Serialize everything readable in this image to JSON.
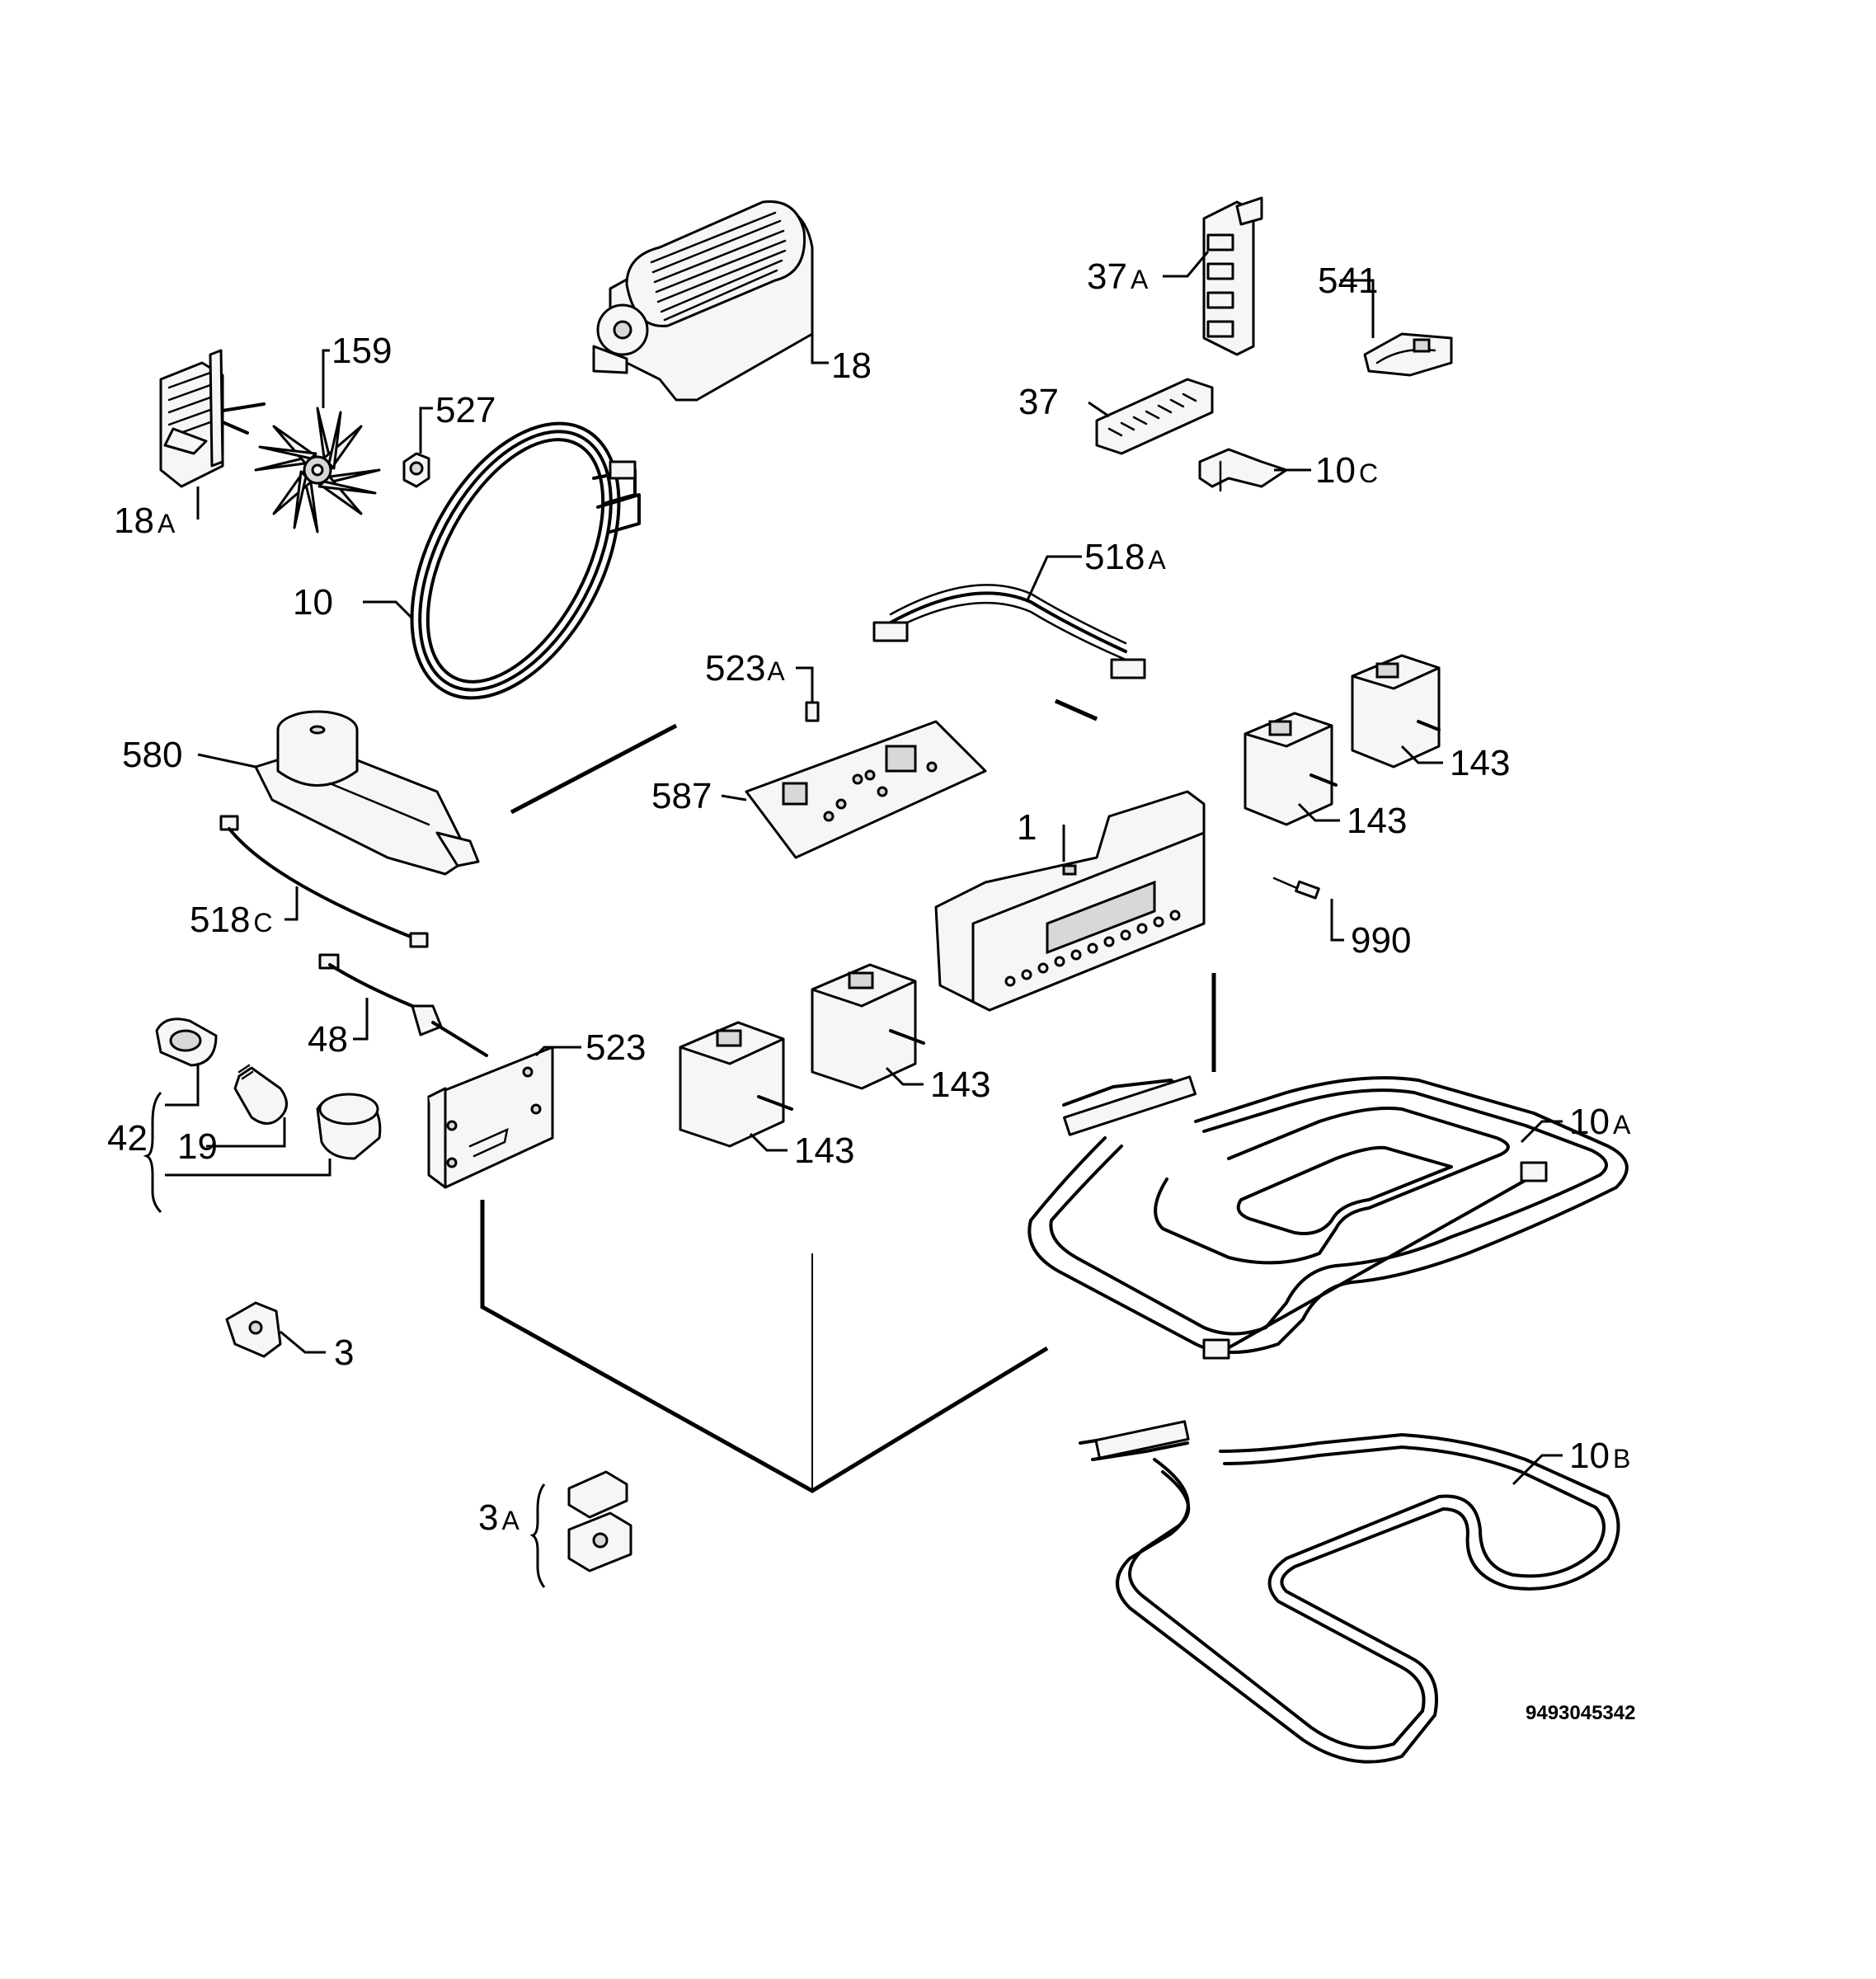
{
  "diagram_reference": "9493045342",
  "callouts": {
    "fan_motor_tangential": {
      "number": "18",
      "suffix": ""
    },
    "fan_motor": {
      "number": "18",
      "suffix": "A"
    },
    "fan_blade": {
      "number": "159",
      "suffix": ""
    },
    "fan_nut": {
      "number": "527",
      "suffix": ""
    },
    "circular_element": {
      "number": "10",
      "suffix": ""
    },
    "terminal_block_a": {
      "number": "37",
      "suffix": "A"
    },
    "terminal_block": {
      "number": "37",
      "suffix": ""
    },
    "clip_541": {
      "number": "541",
      "suffix": ""
    },
    "bracket_10c": {
      "number": "10",
      "suffix": "C"
    },
    "wiring_harness_a": {
      "number": "518",
      "suffix": "A"
    },
    "sensor_523a": {
      "number": "523",
      "suffix": "A"
    },
    "control_board": {
      "number": "587",
      "suffix": ""
    },
    "door_lock_motor": {
      "number": "580",
      "suffix": ""
    },
    "wiring_harness_c": {
      "number": "518",
      "suffix": "C"
    },
    "temperature_probe": {
      "number": "48",
      "suffix": ""
    },
    "lamp_assembly": {
      "number": "42",
      "suffix": ""
    },
    "lamp_bulb": {
      "number": "19",
      "suffix": ""
    },
    "mounting_bracket": {
      "number": "523",
      "suffix": ""
    },
    "thermostat": {
      "number": "3",
      "suffix": ""
    },
    "thermostat_a": {
      "number": "3",
      "suffix": "A"
    },
    "display_module": {
      "number": "1",
      "suffix": ""
    },
    "switch_right_top": {
      "number": "143",
      "suffix": ""
    },
    "switch_right_bottom": {
      "number": "143",
      "suffix": ""
    },
    "switch_center_top": {
      "number": "143",
      "suffix": ""
    },
    "switch_center_bottom": {
      "number": "143",
      "suffix": ""
    },
    "indicator_lamp": {
      "number": "990",
      "suffix": ""
    },
    "grill_element": {
      "number": "10",
      "suffix": "A"
    },
    "bottom_element": {
      "number": "10",
      "suffix": "B"
    }
  }
}
